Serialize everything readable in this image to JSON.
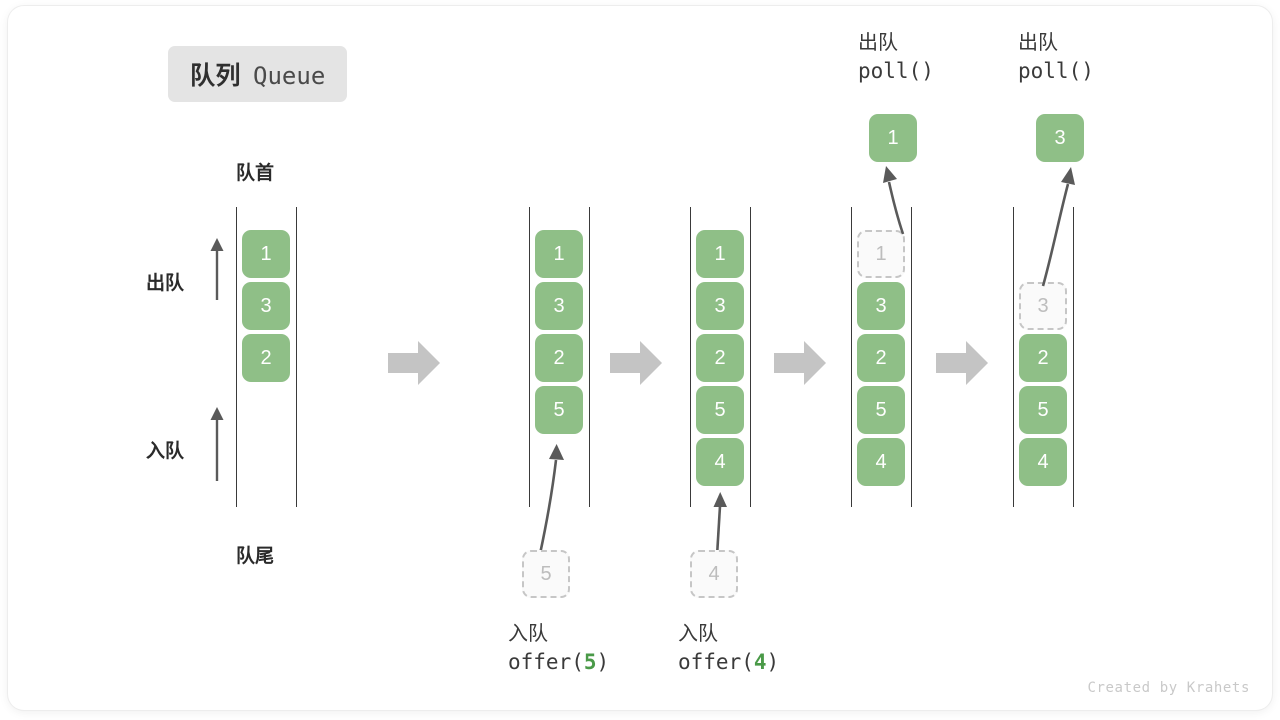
{
  "title": {
    "cn": "队列",
    "en": "Queue"
  },
  "labels": {
    "head": "队首",
    "tail": "队尾",
    "dequeue": "出队",
    "enqueue": "入队"
  },
  "colors": {
    "element_green": "#8fbf87",
    "ghost_border": "#c6c6c6",
    "ghost_text": "#bdbdbd",
    "rail": "#3a3a3a",
    "arrow_gray": "#5a5a5a",
    "block_arrow": "#c4c4c4",
    "badge_bg": "#e4e4e4",
    "accent_arg": "#4a9a48"
  },
  "columns": [
    {
      "name": "initial",
      "slots": [
        {
          "value": "1",
          "state": "filled"
        },
        {
          "value": "3",
          "state": "filled"
        },
        {
          "value": "2",
          "state": "filled"
        }
      ]
    },
    {
      "name": "after-offer-5",
      "slots": [
        {
          "value": "1",
          "state": "filled"
        },
        {
          "value": "3",
          "state": "filled"
        },
        {
          "value": "2",
          "state": "filled"
        },
        {
          "value": "5",
          "state": "filled"
        }
      ]
    },
    {
      "name": "after-offer-4",
      "slots": [
        {
          "value": "1",
          "state": "filled"
        },
        {
          "value": "3",
          "state": "filled"
        },
        {
          "value": "2",
          "state": "filled"
        },
        {
          "value": "5",
          "state": "filled"
        },
        {
          "value": "4",
          "state": "filled"
        }
      ]
    },
    {
      "name": "after-poll-1",
      "slots": [
        {
          "value": "1",
          "state": "ghost"
        },
        {
          "value": "3",
          "state": "filled"
        },
        {
          "value": "2",
          "state": "filled"
        },
        {
          "value": "5",
          "state": "filled"
        },
        {
          "value": "4",
          "state": "filled"
        }
      ]
    },
    {
      "name": "after-poll-3",
      "slots": [
        {
          "value": "",
          "state": "empty"
        },
        {
          "value": "3",
          "state": "ghost"
        },
        {
          "value": "2",
          "state": "filled"
        },
        {
          "value": "5",
          "state": "filled"
        },
        {
          "value": "4",
          "state": "filled"
        }
      ]
    }
  ],
  "operations": {
    "offer5": {
      "cn": "入队",
      "fn": "offer(",
      "arg": "5",
      "close": ")",
      "ghost_value": "5"
    },
    "offer4": {
      "cn": "入队",
      "fn": "offer(",
      "arg": "4",
      "close": ")",
      "ghost_value": "4"
    },
    "poll1": {
      "cn": "出队",
      "code": "poll()",
      "result": "1"
    },
    "poll2": {
      "cn": "出队",
      "code": "poll()",
      "result": "3"
    }
  },
  "watermark": "Created by Krahets"
}
